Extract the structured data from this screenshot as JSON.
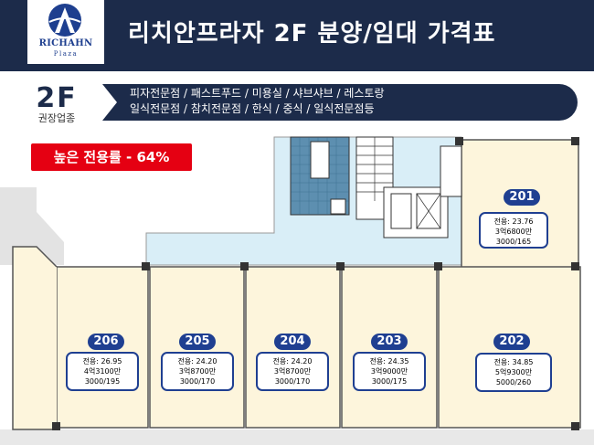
{
  "header": {
    "logo_name": "RICHAHN",
    "logo_sub": "Plaza",
    "title": "리치안프라자 2F 분양/임대 가격표"
  },
  "floor": {
    "label": "2F",
    "zone": "권장업종",
    "uses_line1": "피자전문점 / 패스트푸드 / 미용실 / 샤브샤브 / 레스토랑",
    "uses_line2": "일식전문점 / 참치전문점 / 한식 / 중식 / 일식전문점등"
  },
  "highlight": "높은 전용률 - 64%",
  "colors": {
    "navy": "#1c2b4a",
    "unit_blue": "#1f3f91",
    "red_badge": "#e50012",
    "unit_fill": "#fdf5dc",
    "corridor": "#d9eef7"
  },
  "units": [
    {
      "id": "201",
      "area": "전용: 23.76",
      "price": "3억6800만",
      "rent": "3000/165"
    },
    {
      "id": "202",
      "area": "전용: 34.85",
      "price": "5억9300만",
      "rent": "5000/260"
    },
    {
      "id": "203",
      "area": "전용: 24.35",
      "price": "3억9000만",
      "rent": "3000/175"
    },
    {
      "id": "204",
      "area": "전용: 24.20",
      "price": "3억8700만",
      "rent": "3000/170"
    },
    {
      "id": "205",
      "area": "전용: 24.20",
      "price": "3억8700만",
      "rent": "3000/170"
    },
    {
      "id": "206",
      "area": "전용: 26.95",
      "price": "4억3100만",
      "rent": "3000/195"
    }
  ]
}
